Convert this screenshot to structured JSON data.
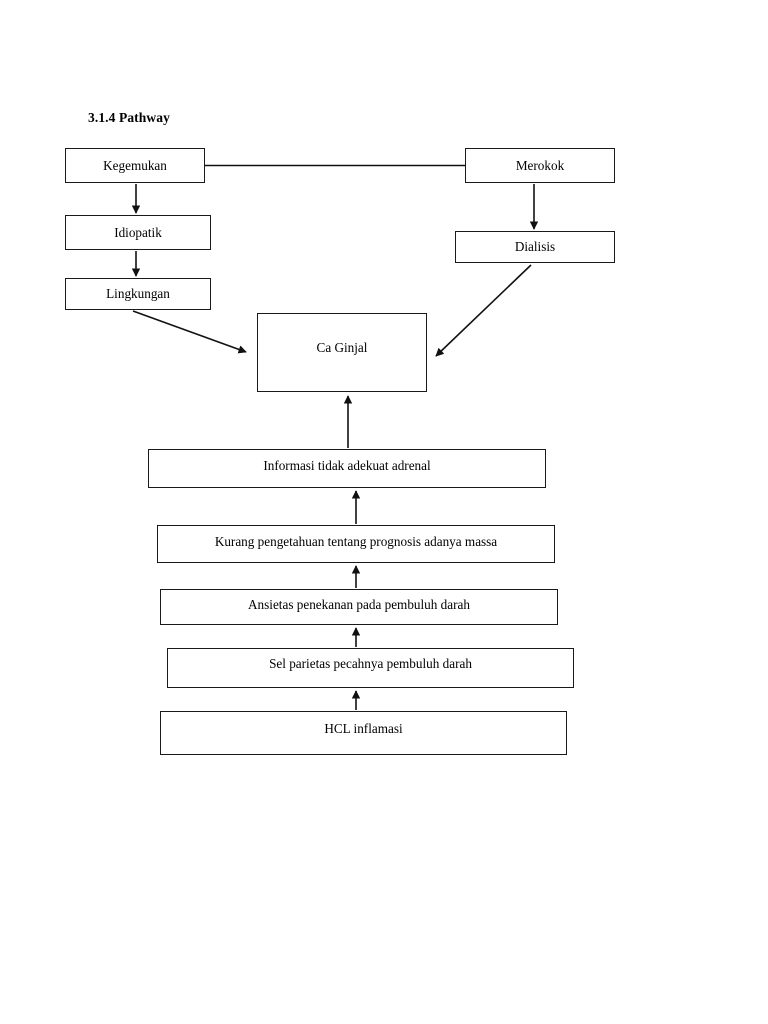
{
  "page": {
    "title": "3.1.4 Pathway",
    "background_color": "#ffffff",
    "line_color": "#1a1a1a",
    "text_color": "#000000"
  },
  "diagram": {
    "type": "flowchart",
    "nodes": [
      {
        "id": "kegemukan",
        "label": "Kegemukan"
      },
      {
        "id": "merokok",
        "label": "Merokok"
      },
      {
        "id": "idiopatik",
        "label": "Idiopatik"
      },
      {
        "id": "dialisis",
        "label": "Dialisis"
      },
      {
        "id": "lingkungan",
        "label": "Lingkungan"
      },
      {
        "id": "ca_ginjal",
        "label": "Ca Ginjal"
      },
      {
        "id": "informasi",
        "label": "Informasi tidak adekuat  adrenal"
      },
      {
        "id": "kurang_pengetahuan",
        "label": "Kurang pengetahuan tentang prognosis adanya massa"
      },
      {
        "id": "ansietas",
        "label": "Ansietas  penekanan pada pembuluh darah"
      },
      {
        "id": "sel_parietas",
        "label": "Sel parietas  pecahnya pembuluh darah"
      },
      {
        "id": "hcl",
        "label": "HCL  inflamasi"
      }
    ],
    "edges": [
      {
        "from": "kegemukan",
        "to": "merokok",
        "style": "plain-line",
        "direction": "horizontal"
      },
      {
        "from": "kegemukan",
        "to": "idiopatik",
        "style": "arrow",
        "direction": "down"
      },
      {
        "from": "idiopatik",
        "to": "lingkungan",
        "style": "arrow",
        "direction": "down"
      },
      {
        "from": "merokok",
        "to": "dialisis",
        "style": "arrow",
        "direction": "down"
      },
      {
        "from": "lingkungan",
        "to": "ca_ginjal",
        "style": "arrow",
        "direction": "diagonal-down-right"
      },
      {
        "from": "dialisis",
        "to": "ca_ginjal",
        "style": "arrow",
        "direction": "diagonal-down-left"
      },
      {
        "from": "informasi",
        "to": "ca_ginjal",
        "style": "arrow",
        "direction": "up"
      },
      {
        "from": "kurang_pengetahuan",
        "to": "informasi",
        "style": "arrow",
        "direction": "up"
      },
      {
        "from": "ansietas",
        "to": "kurang_pengetahuan",
        "style": "arrow",
        "direction": "up"
      },
      {
        "from": "sel_parietas",
        "to": "ansietas",
        "style": "arrow",
        "direction": "up"
      },
      {
        "from": "hcl",
        "to": "sel_parietas",
        "style": "arrow",
        "direction": "up"
      }
    ]
  }
}
